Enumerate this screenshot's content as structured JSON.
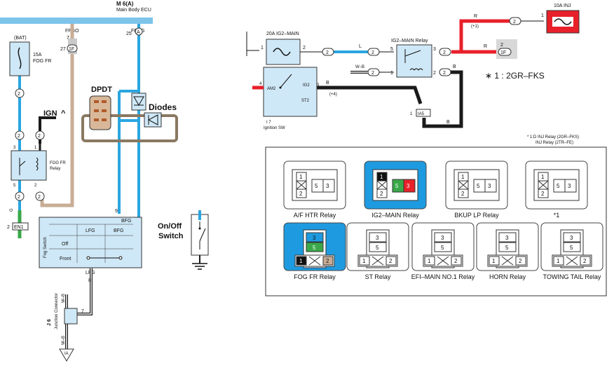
{
  "ecu": {
    "id": "M 6(A)",
    "name": "Main Body ECU",
    "pin_ffgo": "FFGO",
    "pin_ffog": "FFOG",
    "pin_num_7": "7",
    "pin_num_25": "25",
    "pin_num_27": "27",
    "conn_1f": "1F",
    "conn_a": "A"
  },
  "left": {
    "bat": "(BAT)",
    "fuse_amp": "15A",
    "fuse_name": "FOG FR",
    "ign": "IGN",
    "dpdt": "DPDT",
    "diodes": "Diodes",
    "relay_label_1": "FOG FR",
    "relay_label_2": "Relay",
    "relay_pins": [
      "3",
      "1",
      "5",
      "2"
    ],
    "wire_2": "2",
    "wire_bfg": "BFG",
    "pin_9": "9",
    "wire_g": "G",
    "conn_en1": "EN1",
    "pin_2": "2",
    "fog_switch": "Fog Switch",
    "col_lfg": "LFG",
    "col_bfg": "BFG",
    "row_off": "Off",
    "row_front": "Front",
    "lfg_bottom": "LFG",
    "pin_8": "8",
    "wire_wb": "W–B",
    "j6_name": "J 6",
    "j6_sub": "Junction Connector",
    "pin_7": "7",
    "ground_label": "IA"
  },
  "onoff": {
    "label_1": "On/Off",
    "label_2": "Switch"
  },
  "right": {
    "ig2_fuse": "20A IG2–MAIN",
    "inj_fuse": "10A INJ",
    "ig2_relay": "IG2–MAIN Relay",
    "wire_l": "L",
    "wire_r": "R",
    "plus1": "(+1)",
    "plus4": "(+4)",
    "wire_wb": "W–B",
    "wire_b": "B",
    "conn_1f": "1F",
    "conn_ia5": "IA5",
    "note": "∗ 1 : 2GR–FKS",
    "ign_sw_id": "I 7",
    "ign_sw_name": "Ignition SW",
    "am2": "AM2",
    "ig2": "IG2",
    "st2": "ST2",
    "pin_1": "1",
    "pin_2": "2",
    "pin_3": "3",
    "pin_4": "4",
    "pin_5": "5"
  },
  "relay_note": {
    "line1": "* 1:D INJ Relay (2GR–FKS)",
    "line2": "INJ Relay (2TR–FE)"
  },
  "relays": [
    {
      "name": "A/F HTR Relay",
      "type": "four"
    },
    {
      "name": "IG2–MAIN Relay",
      "type": "four-hl"
    },
    {
      "name": "BKUP LP Relay",
      "type": "four"
    },
    {
      "name": "*1",
      "type": "four"
    },
    {
      "name": "FOG FR Relay",
      "type": "vert-hl"
    },
    {
      "name": "ST Relay",
      "type": "vert"
    },
    {
      "name": "EFI–MAIN NO.1 Relay",
      "type": "vert"
    },
    {
      "name": "HORN Relay",
      "type": "vert"
    },
    {
      "name": "TOWING TAIL Relay",
      "type": "vert"
    }
  ],
  "colors": {
    "blue": "#2aa6e0",
    "red": "#e8202a",
    "tan": "#c8ad96",
    "brown": "#8a7862",
    "green": "#3aa84a",
    "black": "#1a1a1a",
    "relay_bg": "#cfe8f7",
    "hl_blue": "#1e9be0"
  }
}
